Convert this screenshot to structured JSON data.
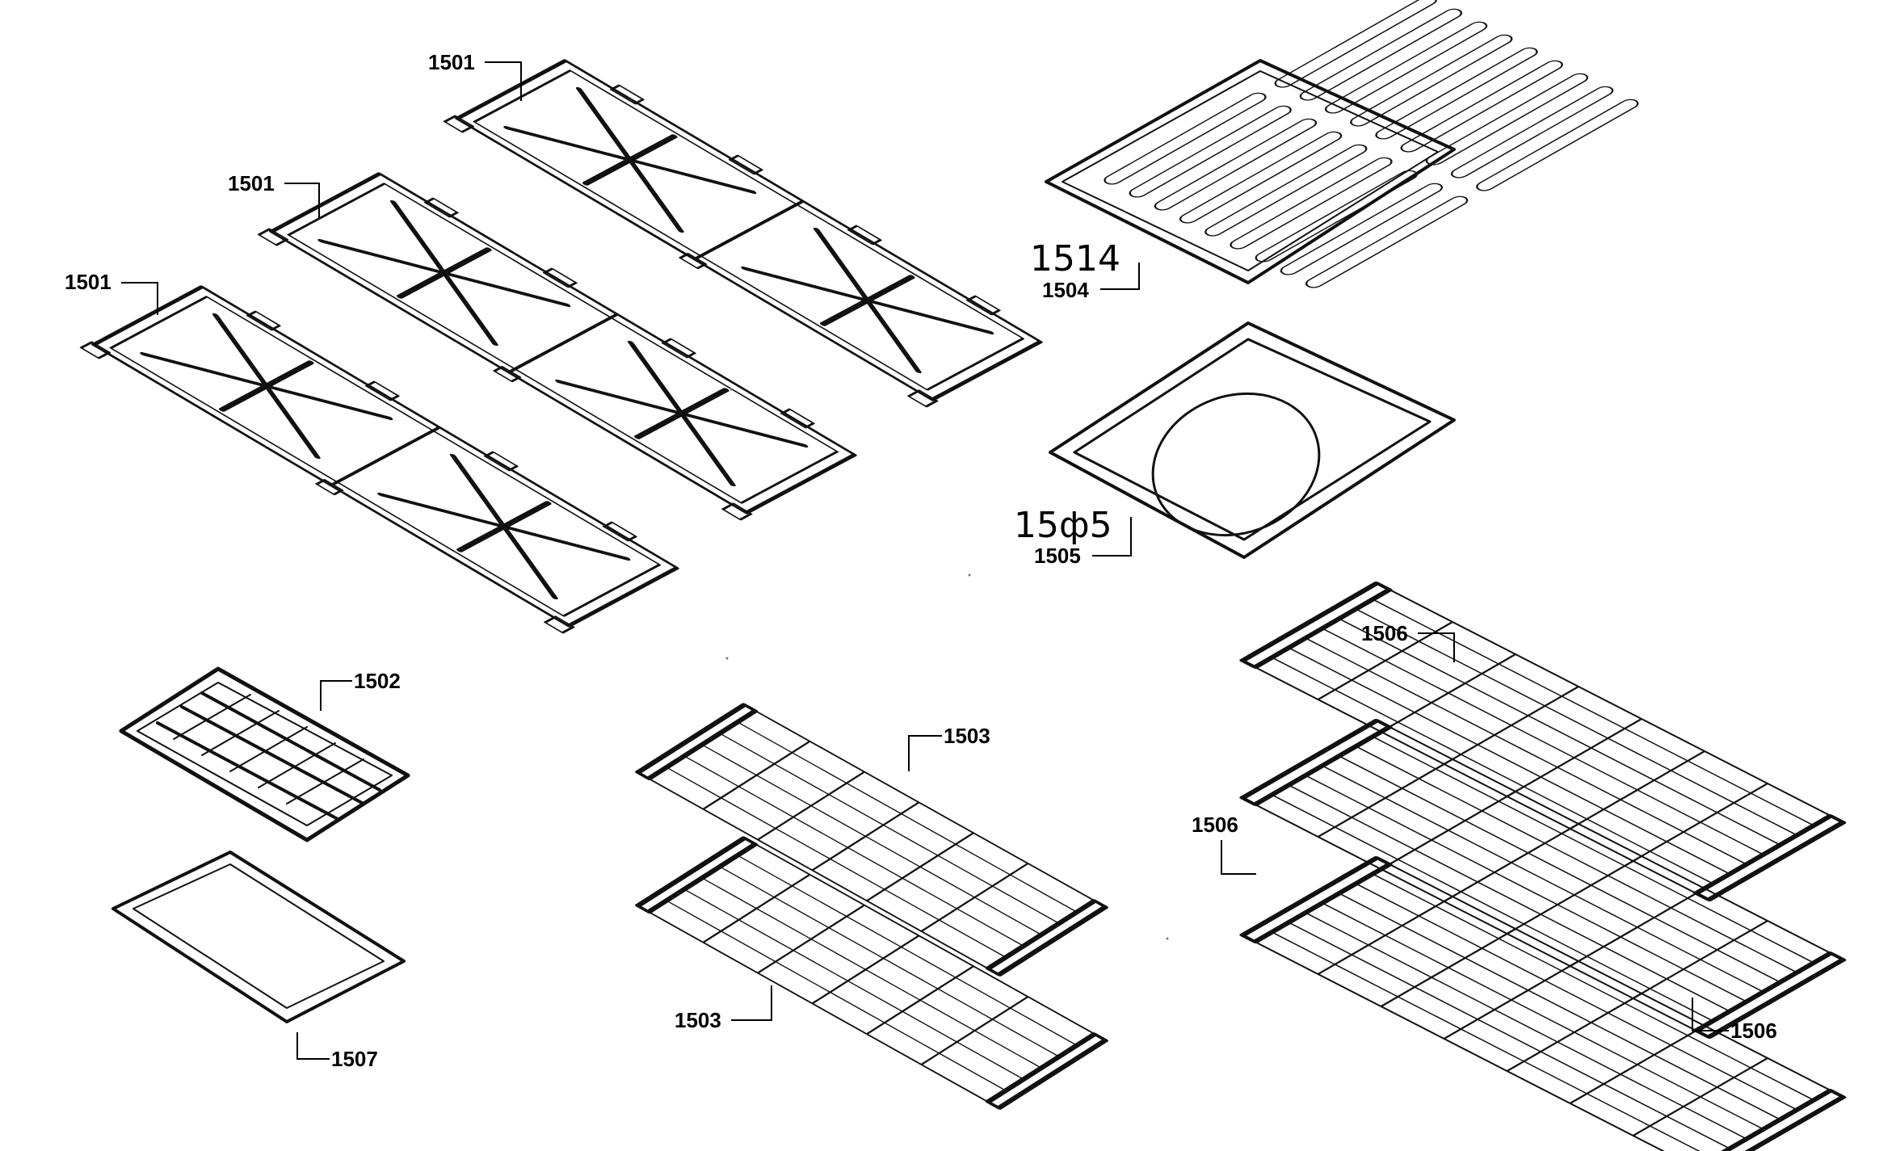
{
  "colors": {
    "ink": "#000000",
    "paper": "#ffffff"
  },
  "labels": {
    "grate_top": "1501",
    "grate_middle": "1501",
    "grate_left": "1501",
    "broiler_grid": "1504",
    "broiler_grid_handwritten": "1514",
    "roasting_pan": "1505",
    "roasting_pan_handwritten": "15ф5",
    "small_broiler_grid": "1502",
    "small_broiler_pan": "1507",
    "rack_upper": "1503",
    "rack_lower": "1503",
    "wide_rack_top": "1506",
    "wide_rack_middle": "1506",
    "wide_rack_bottom": "1506"
  }
}
